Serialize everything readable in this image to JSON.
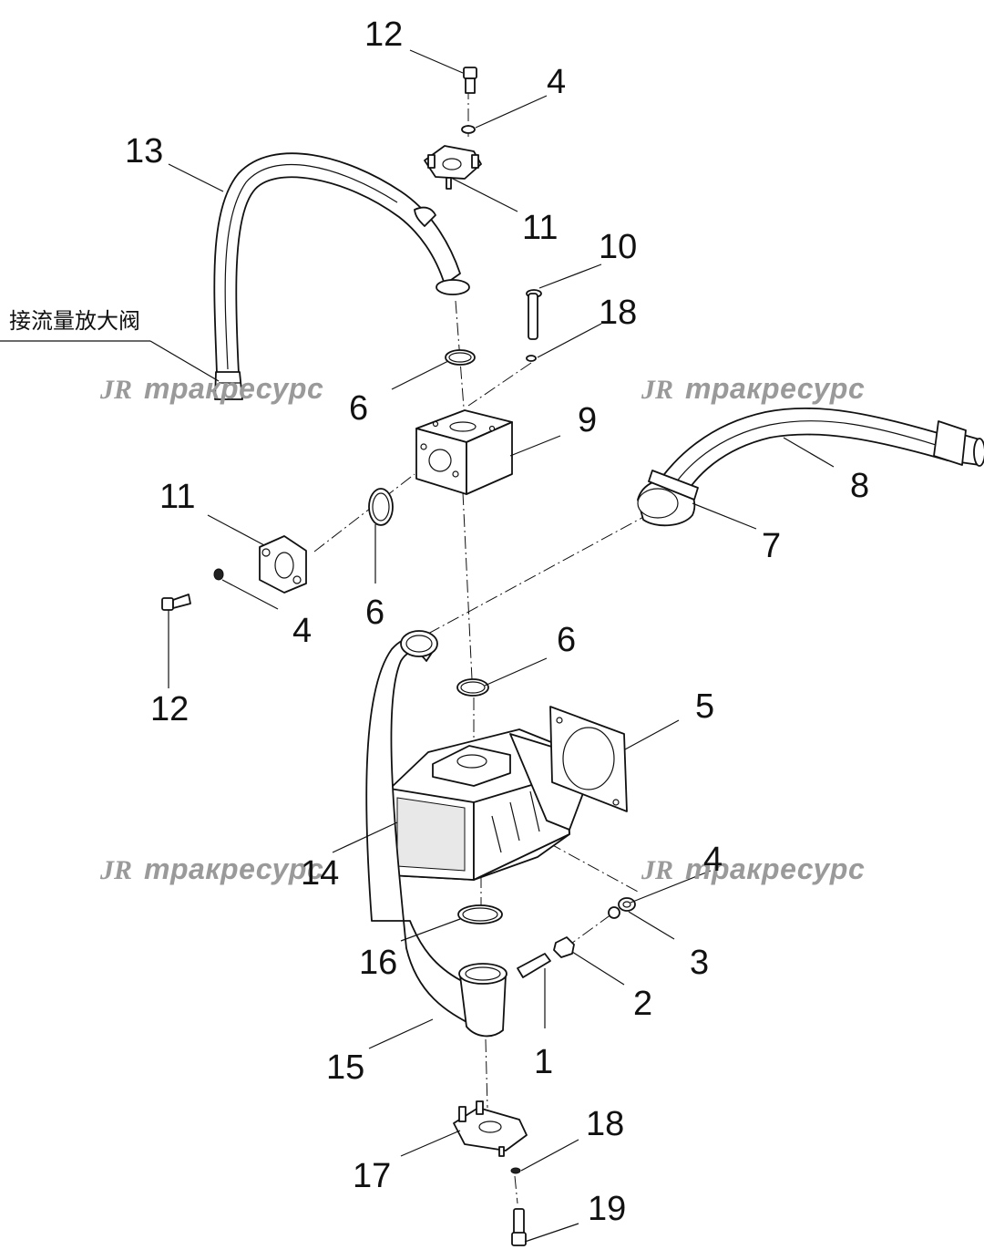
{
  "diagram": {
    "callouts": [
      "12",
      "4",
      "13",
      "11",
      "10",
      "18",
      "6",
      "9",
      "8",
      "7",
      "11",
      "6",
      "4",
      "12",
      "6",
      "5",
      "14",
      "4",
      "3",
      "16",
      "2",
      "15",
      "1",
      "18",
      "17",
      "19"
    ],
    "side_note": "接流量放大阀",
    "watermarks": [
      {
        "logo": "JR",
        "text": "тракресурс"
      },
      {
        "logo": "JR",
        "text": "тракресурс"
      },
      {
        "logo": "JR",
        "text": "тракресурс"
      },
      {
        "logo": "JR",
        "text": "тракресурс"
      }
    ]
  }
}
